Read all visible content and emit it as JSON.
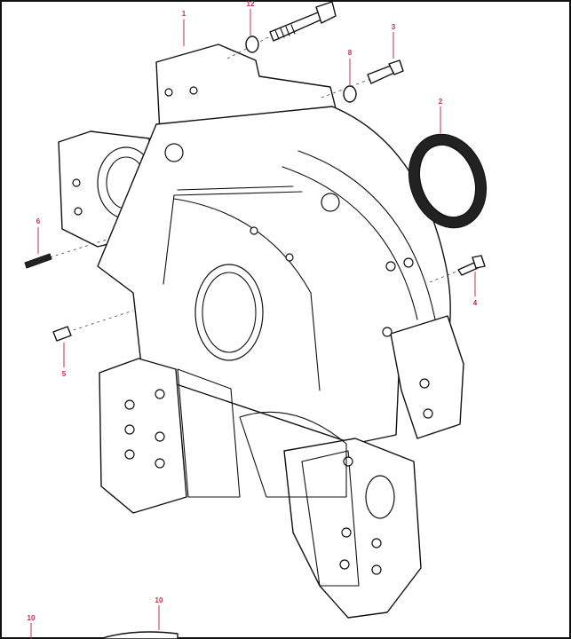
{
  "diagram": {
    "callouts": [
      {
        "id": "1",
        "label": "1"
      },
      {
        "id": "12",
        "label": "12"
      },
      {
        "id": "3",
        "label": "3"
      },
      {
        "id": "8",
        "label": "8"
      },
      {
        "id": "2",
        "label": "2"
      },
      {
        "id": "6",
        "label": "6"
      },
      {
        "id": "4",
        "label": "4"
      },
      {
        "id": "5",
        "label": "5"
      },
      {
        "id": "10a",
        "label": "10"
      },
      {
        "id": "10b",
        "label": "10"
      }
    ],
    "colors": {
      "line": "#111111",
      "callout": "#c0304a",
      "background": "#ffffff"
    }
  }
}
